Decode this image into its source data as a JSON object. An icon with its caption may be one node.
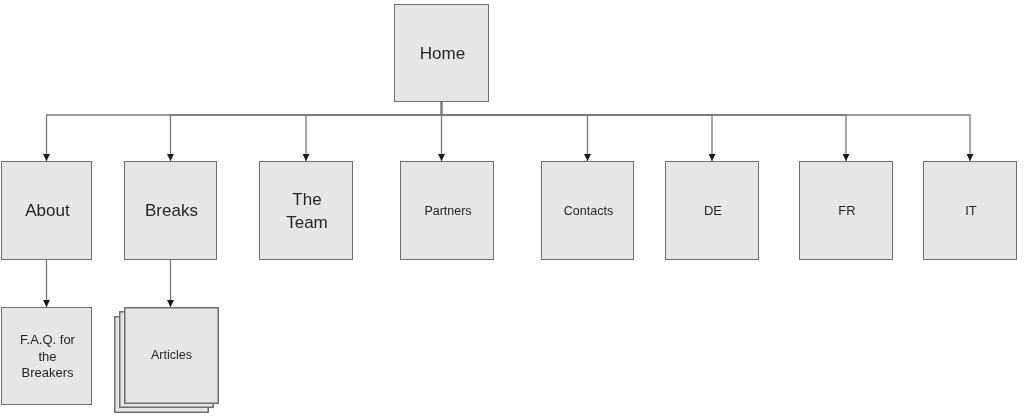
{
  "diagram": {
    "nodes": [
      {
        "text": [
          "Home"
        ]
      },
      {
        "text": [
          "About"
        ]
      },
      {
        "text": [
          "Breaks"
        ]
      },
      {
        "text": [
          "The Team"
        ]
      },
      {
        "text": [
          "Partners"
        ]
      },
      {
        "text": [
          "Contacts"
        ]
      },
      {
        "text": [
          "DE"
        ]
      },
      {
        "text": [
          "FR"
        ]
      },
      {
        "text": [
          "IT"
        ]
      },
      {
        "text": [
          "F.A.Q. for the Breakers"
        ]
      },
      {
        "text": [
          "Articles"
        ]
      }
    ],
    "edges": [
      {
        "from": 0,
        "to": 1,
        "arrow": "to"
      },
      {
        "from": 0,
        "to": 2,
        "arrow": "to"
      },
      {
        "from": 0,
        "to": 3,
        "arrow": "to"
      },
      {
        "from": 0,
        "to": 4,
        "arrow": "to"
      },
      {
        "from": 0,
        "to": 5,
        "arrow": "to"
      },
      {
        "from": 0,
        "to": 6,
        "arrow": "to"
      },
      {
        "from": 0,
        "to": 7,
        "arrow": "to"
      },
      {
        "from": 0,
        "to": 8,
        "arrow": "to"
      },
      {
        "from": 1,
        "to": 9,
        "arrow": "to"
      },
      {
        "from": 2,
        "to": 10,
        "arrow": "to"
      }
    ]
  }
}
